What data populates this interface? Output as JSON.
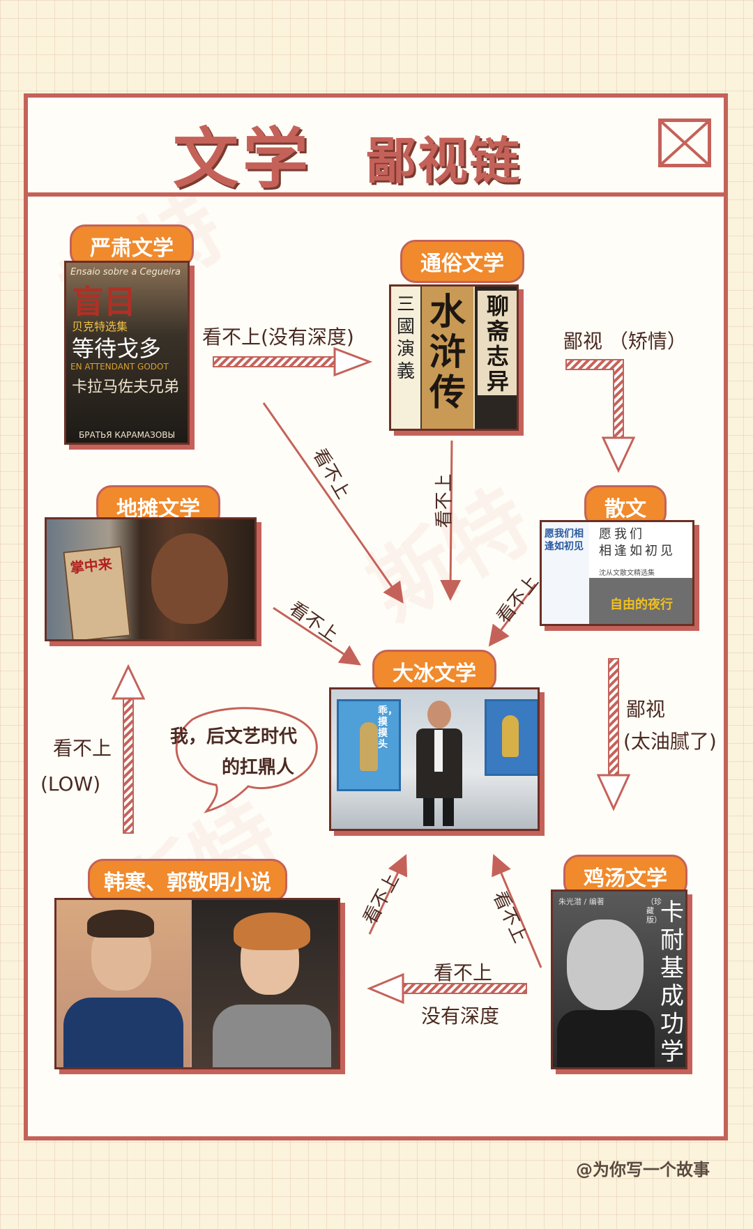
{
  "title": {
    "main": "文学",
    "sub": "鄙视链"
  },
  "categories": {
    "serious": "严肃文学",
    "popular": "通俗文学",
    "street": "地摊文学",
    "prose": "散文",
    "dabing": "大冰文学",
    "hanhan": "韩寒、郭敬明小说",
    "soup": "鸡汤文学"
  },
  "serious_cover": {
    "line1": "Ensaio sobre a Cegueira",
    "line2": "盲目",
    "line3": "贝克特选集",
    "line4": "等待戈多",
    "line5": "EN ATTENDANT GODOT",
    "line6": "卡拉马佐夫兄弟",
    "line7": "БРАТЬЯ КАРАМАЗОВЫ"
  },
  "popular_cover": {
    "sanguo": "三國演義",
    "shuihu": "水浒传",
    "liaozhai": "聊斋志异"
  },
  "prose_cover": {
    "left": "愿我们相逢如初见",
    "right": "自由的夜行",
    "top": "愿我们\n相逢如初见",
    "sub": "沈从文散文精选集"
  },
  "street_sign": "掌中来",
  "dabing_bubble": {
    "line1": "我，后文艺时代",
    "line2": "的扛鼎人"
  },
  "dabing_book1": "乖，摸摸头",
  "soup_cover": {
    "author": "朱光潜 / 编著",
    "edition": "（珍藏版）",
    "title": "卡耐基成功学"
  },
  "arrows": {
    "serious_to_popular": "看不上(没有深度)",
    "popular_to_prose": "鄙视 （矫情）",
    "serious_to_dabing": "看不上",
    "popular_to_dabing": "看不上",
    "prose_to_dabing": "看不上",
    "street_to_dabing": "看不上",
    "prose_to_soup_1": "鄙视",
    "prose_to_soup_2": "(太油腻了)",
    "hanhan_to_street_1": "看不上",
    "hanhan_to_street_2": "(LOW)",
    "hanhan_to_dabing": "看不上",
    "soup_to_dabing": "看不上",
    "soup_to_hanhan_1": "看不上",
    "soup_to_hanhan_2": "没有深度"
  },
  "credit": "@为你写一个故事",
  "colors": {
    "frame": "#c4625a",
    "label": "#f08a2c",
    "arrow": "#c4625a",
    "background": "#fbf3dc"
  }
}
